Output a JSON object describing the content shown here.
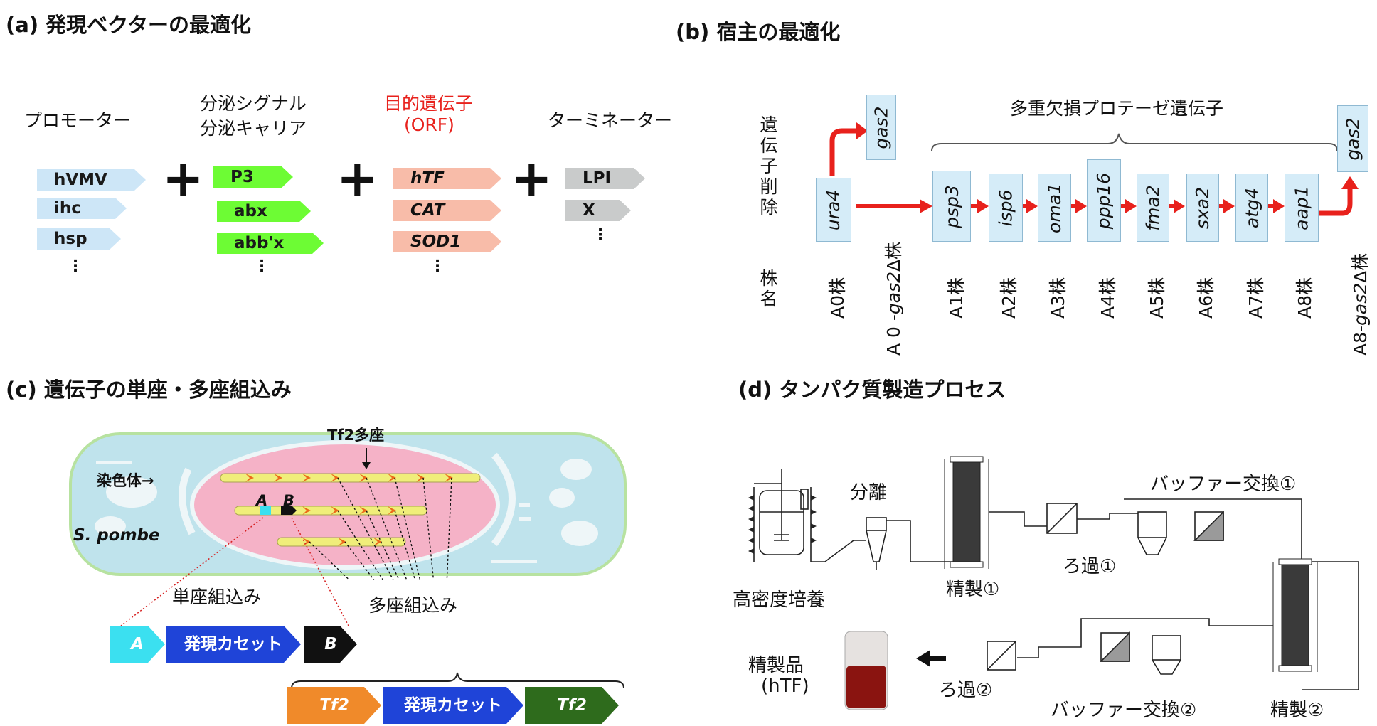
{
  "panel_a": {
    "title": "(a) 発現ベクターの最適化",
    "col_promoter": "プロモーター",
    "col_signal_1": "分泌シグナル",
    "col_signal_2": "分泌キャリア",
    "col_target_1": "目的遺伝子",
    "col_target_2": "(ORF)",
    "col_terminator": "ターミネーター",
    "promoters": [
      "hVMV",
      "ihc",
      "hsp"
    ],
    "signals": [
      "P3",
      "abx",
      "abb'x"
    ],
    "targets": [
      "hTF",
      "CAT",
      "SOD1"
    ],
    "terminators": [
      "LPI",
      "X"
    ],
    "plus": "+",
    "ellipsis": "⋮",
    "colors": {
      "promoter": "#cde6f7",
      "signal": "#6dfc34",
      "target": "#f8bca9",
      "terminator": "#c9cbcb",
      "target_heading": "#e8211c"
    }
  },
  "panel_b": {
    "title": "(b) 宿主の最適化",
    "row_gene_deletion": "遺伝子削除",
    "row_strain_name": "株名",
    "multi_deletion_label": "多重欠損プロテーゼ遺伝子",
    "genes": [
      "ura4",
      "psp3",
      "isp6",
      "oma1",
      "ppp16",
      "fma2",
      "sxa2",
      "atg4",
      "aap1"
    ],
    "gas2_left": "gas2",
    "gas2_right": "gas2",
    "strains": [
      "A0株",
      "A1株",
      "A2株",
      "A3株",
      "A4株",
      "A5株",
      "A6株",
      "A7株",
      "A8株"
    ],
    "strain_a0_prefix": "A 0 -",
    "strain_a0_gene": "gas2",
    "strain_a0_suffix": "Δ株",
    "strain_a8_prefix": "A8-",
    "strain_a8_gene": "gas2",
    "strain_a8_suffix": "Δ株",
    "colors": {
      "arrow": "#e8211c",
      "box": "#d5ecf8"
    }
  },
  "panel_c": {
    "title": "(c) 遺伝子の単座・多座組込み",
    "tf2_multi": "Tf2多座",
    "chromosome_label": "染色体→",
    "organism": "S. pombe",
    "locus_a": "A",
    "locus_b": "B",
    "single_integration": "単座組込み",
    "multi_integration": "多座組込み",
    "single_cassette": [
      "A",
      "発現カセット",
      "B"
    ],
    "multi_cassette": [
      "Tf2",
      "発現カセット",
      "Tf2"
    ],
    "colors": {
      "a": "#3be0f0",
      "cassette": "#1f44d8",
      "b": "#111111",
      "tf2_left": "#f08a2a",
      "tf2_right": "#2e6b1c",
      "cell": "#bfe3ec",
      "nucleus": "#f5b2c7"
    }
  },
  "panel_d": {
    "title": "(d) タンパク質製造プロセス",
    "steps": {
      "culture": "高密度培養",
      "separation": "分離",
      "purify1": "精製①",
      "filter1": "ろ過①",
      "buffer1": "バッファー交換①",
      "purify2": "精製②",
      "buffer2": "バッファー交換②",
      "filter2": "ろ過②",
      "product": "精製品",
      "product_name": "(hTF)"
    }
  }
}
